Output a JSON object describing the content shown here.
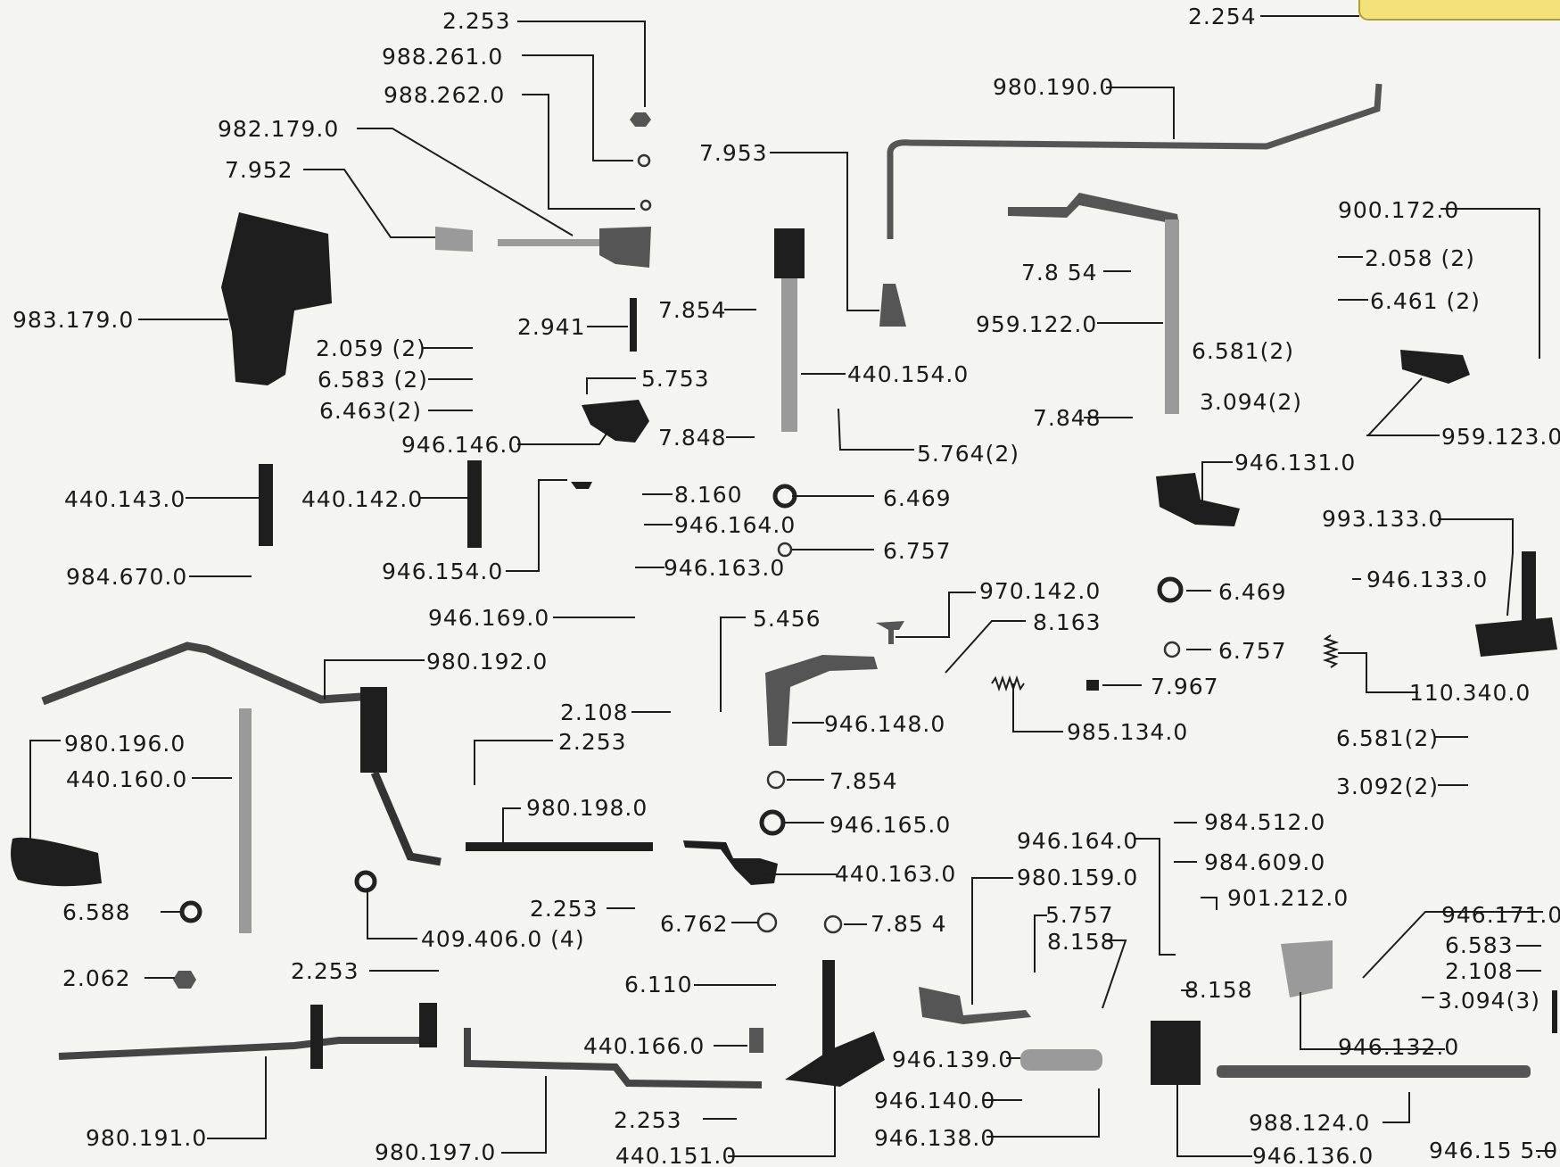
{
  "labels": [
    "2.253",
    "988.261.0",
    "988.262.0",
    "982.179.0",
    "7.952",
    "983.179.0",
    "2.059 (2)",
    "6.583 (2)",
    "6.463(2)",
    "2.941",
    "7.854",
    "5.753",
    "946.146.0",
    "7.848",
    "440.154.0",
    "5.764(2)",
    "7.953",
    "980.190.0",
    "2.254",
    "900.172.0",
    "2.058 (2)",
    "6.461 (2)",
    "7.8 54",
    "959.122.0",
    "6.581(2)",
    "3.094(2)",
    "7.848",
    "959.123.0",
    "946.131.0",
    "440.143.0",
    "440.142.0",
    "946.154.0",
    "8.160",
    "946.164.0",
    "946.163.0",
    "6.469",
    "6.757",
    "984.670.0",
    "993.133.0",
    "946.133.0",
    "946.169.0",
    "5.456",
    "970.142.0",
    "8.163",
    "6.469",
    "6.757",
    "980.192.0",
    "7.967",
    "110.340.0",
    "2.108",
    "946.148.0",
    "985.134.0",
    "980.196.0",
    "2.253",
    "6.581(2)",
    "440.160.0",
    "7.854",
    "3.092(2)",
    "980.198.0",
    "946.165.0",
    "984.512.0",
    "946.164.0",
    "984.609.0",
    "440.163.0",
    "980.159.0",
    "901.212.0",
    "6.588",
    "2.253",
    "6.762",
    "7.85 4",
    "5.757",
    "409.406.0 (4)",
    "8.158",
    "946.171.0",
    "6.583",
    "2.108",
    "2.062",
    "2.253",
    "6.110",
    "8.158",
    "3.094(3)",
    "440.166.0",
    "946.139.0",
    "946.132.0",
    "946.140.0",
    "988.124.0",
    "980.191.0",
    "980.197.0",
    "2.253",
    "946.138.0",
    "440.151.0",
    "946.136.0",
    "946.15 5.0"
  ]
}
